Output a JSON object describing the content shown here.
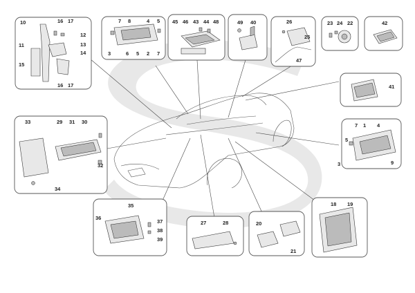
{
  "diagram": {
    "groups": [
      {
        "id": "g1",
        "labels": [
          "10",
          "16",
          "17",
          "12",
          "13",
          "11",
          "15",
          "14",
          "16",
          "17"
        ]
      },
      {
        "id": "g2",
        "labels": [
          "7",
          "8",
          "4",
          "5",
          "3",
          "6",
          "5",
          "2",
          "7"
        ]
      },
      {
        "id": "g3",
        "labels": [
          "45",
          "46",
          "43",
          "44",
          "48"
        ]
      },
      {
        "id": "g4",
        "labels": [
          "49",
          "40"
        ]
      },
      {
        "id": "g5",
        "labels": [
          "26",
          "25",
          "47"
        ]
      },
      {
        "id": "g6",
        "labels": [
          "23",
          "24",
          "22"
        ]
      },
      {
        "id": "g7",
        "labels": [
          "42"
        ]
      },
      {
        "id": "g8",
        "labels": [
          "41"
        ]
      },
      {
        "id": "g9",
        "labels": [
          "7",
          "1",
          "4",
          "5",
          "3",
          "9"
        ]
      },
      {
        "id": "g10",
        "labels": [
          "33",
          "29",
          "31",
          "30",
          "32",
          "34"
        ]
      },
      {
        "id": "g11",
        "labels": [
          "35",
          "36",
          "37",
          "38",
          "39"
        ]
      },
      {
        "id": "g12",
        "labels": [
          "27",
          "28"
        ]
      },
      {
        "id": "g13",
        "labels": [
          "20",
          "21"
        ]
      },
      {
        "id": "g14",
        "labels": [
          "18",
          "19"
        ]
      }
    ]
  }
}
